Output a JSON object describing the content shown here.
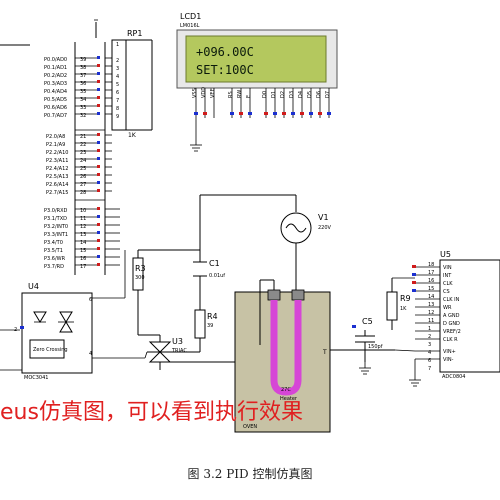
{
  "colors": {
    "lcd_background": "#b4c85e",
    "heater_tube": "#d646d6",
    "oven_fill": "#c7c2a5",
    "overlay_text": "#e02020",
    "pin_red": "#d01b1b",
    "pin_blue": "#1b2fd0"
  },
  "mcu": {
    "port0": [
      "P0.0/AD0",
      "P0.1/AD1",
      "P0.2/AD2",
      "P0.3/AD3",
      "P0.4/AD4",
      "P0.5/AD5",
      "P0.6/AD6",
      "P0.7/AD7"
    ],
    "port2": [
      "P2.0/A8",
      "P2.1/A9",
      "P2.2/A10",
      "P2.3/A11",
      "P2.4/A12",
      "P2.5/A13",
      "P2.6/A14",
      "P2.7/A15"
    ],
    "port3": [
      "P3.0/RXD",
      "P3.1/TXD",
      "P3.2/INT0",
      "P3.3/INT1",
      "P3.4/T0",
      "P3.5/T1",
      "P3.6/WR",
      "P3.7/RD"
    ],
    "port0_pins": [
      "39",
      "38",
      "37",
      "36",
      "35",
      "34",
      "33",
      "32"
    ],
    "port2_pins": [
      "21",
      "22",
      "23",
      "24",
      "25",
      "26",
      "27",
      "28"
    ],
    "port3_pins": [
      "10",
      "11",
      "12",
      "13",
      "14",
      "15",
      "16",
      "17"
    ]
  },
  "rp1": {
    "name": "RP1",
    "value": "1K",
    "pins": [
      "1",
      "2",
      "3",
      "4",
      "5",
      "6",
      "7",
      "8",
      "9"
    ]
  },
  "lcd": {
    "name": "LCD1",
    "model": "LM016L",
    "line1": "+096.00C",
    "line2": "SET:100C",
    "pin_labels": [
      "VSS",
      "VDD",
      "VEE",
      "RS",
      "RW",
      "E",
      "D0",
      "D1",
      "D2",
      "D3",
      "D4",
      "D5",
      "D6",
      "D7"
    ]
  },
  "v1": {
    "name": "V1",
    "value": "220V"
  },
  "r3": {
    "name": "R3",
    "value": "300"
  },
  "c1": {
    "name": "C1",
    "value": "0.01uf"
  },
  "r4": {
    "name": "R4",
    "value": "39"
  },
  "u3": {
    "name": "U3",
    "value": "TRIAC"
  },
  "u4": {
    "name": "U4",
    "pin6": "6",
    "pin2": "2",
    "pin4": "4",
    "zero_label": "Zero Crossing",
    "model": "MOC3041"
  },
  "oven": {
    "label": "OVEN",
    "heater": "Heater",
    "temp": "27C",
    "terminal": "T"
  },
  "r9": {
    "name": "R9",
    "value": "1K"
  },
  "c5": {
    "name": "C5",
    "value": "150pf"
  },
  "u5": {
    "name": "U5",
    "pins": [
      "VIN",
      "INT",
      "CLK",
      "CS",
      "CLK IN",
      "WR",
      "A GND",
      "D GND",
      "VREF/2",
      "CLK R",
      "VIN+",
      "VIN-"
    ],
    "numbers": [
      "18",
      "17",
      "16",
      "15",
      "14",
      "13",
      "12",
      "11",
      "1",
      "2",
      "3",
      "4",
      "6",
      "7"
    ],
    "model": "ADC0804"
  },
  "overlay_text": "eus仿真图，可以看到执行效果",
  "caption": "图 3.2 PID 控制仿真图"
}
